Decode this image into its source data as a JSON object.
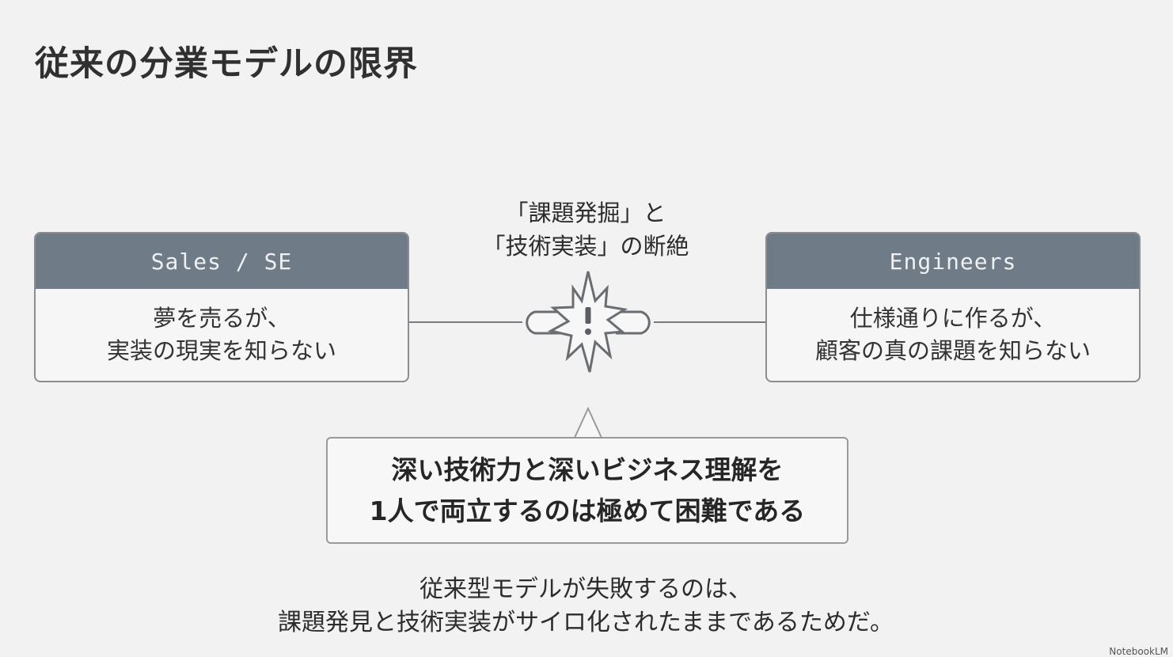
{
  "title": "従来の分業モデルの限界",
  "left_card": {
    "header": "Sales / SE",
    "body_line1": "夢を売るが、",
    "body_line2": "実装の現実を知らない"
  },
  "right_card": {
    "header": "Engineers",
    "body_line1": "仕様通りに作るが、",
    "body_line2": "顧客の真の課題を知らない"
  },
  "gap": {
    "label_line1": "「課題発掘」と",
    "label_line2": "「技術実装」の断絶",
    "icon": "broken-link-exclamation-icon"
  },
  "callout": {
    "line1": "深い技術力と深いビジネス理解を",
    "line2": "1人で両立するのは極めて困難である"
  },
  "conclusion": {
    "line1": "従来型モデルが失敗するのは、",
    "line2": "課題発見と技術実装がサイロ化されたままであるためだ。"
  },
  "watermark": "NotebookLM",
  "colors": {
    "background": "#f2f2f2",
    "card_header": "#6f7b87",
    "card_border": "#8a8d92",
    "line": "#777a7e"
  }
}
